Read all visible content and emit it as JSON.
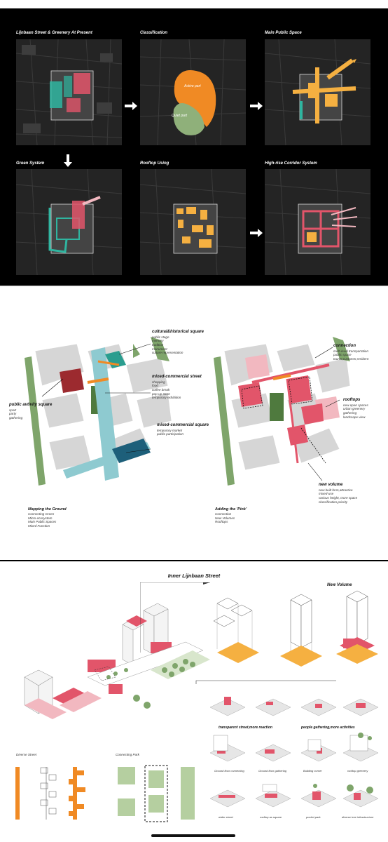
{
  "top_panel": {
    "maps": [
      {
        "title": "Lijnbaan Street & Greenery At Present"
      },
      {
        "title": "Classification",
        "labels": [
          "Active part",
          "Quiet part"
        ]
      },
      {
        "title": "Main Public Space"
      },
      {
        "title": "Green System"
      },
      {
        "title": "Rooftop Using"
      },
      {
        "title": "High-rise Corridor System"
      }
    ]
  },
  "middle_panel": {
    "left": {
      "callouts": [
        {
          "title": "cultural&historical square",
          "items": [
            "public stage",
            "memory",
            "tradition",
            "monument",
            "culture representation"
          ]
        },
        {
          "title": "mixed-commercial street",
          "items": [
            "shopping",
            "food",
            "coffee break",
            "pop-up store",
            "temporary exhibition"
          ]
        },
        {
          "title": "public avtivity square",
          "items": [
            "sport",
            "party",
            "gathering"
          ]
        },
        {
          "title": "mixed-commercial square",
          "items": [
            "temporary market",
            "public participation"
          ]
        }
      ],
      "caption": {
        "title": "Mapping the Ground",
        "items": [
          "Connecting Green",
          "Micro ecosystem",
          "Main Public Spaces",
          "Mixed Function"
        ]
      }
    },
    "right": {
      "callouts": [
        {
          "title": "connection",
          "items": [
            "multi-level transportation",
            "public space",
            "tourist,customer,resident"
          ]
        },
        {
          "title": "rooftops",
          "items": [
            "new open spaces",
            "urban greenery",
            "gathering",
            "landscape view"
          ]
        },
        {
          "title": "new volume",
          "items": [
            "new built form,attractive",
            "mixed-use",
            "various height, more space",
            "classification,priority"
          ]
        }
      ],
      "caption": {
        "title": "Adding the 'Pink'",
        "items": [
          "Connection",
          "New Volumes",
          "Rooftops"
        ]
      }
    }
  },
  "bottom_panel": {
    "title": "Inner Lijnbaan Street",
    "new_volume_label": "New Volume",
    "legend": {
      "diverse_street": "Diverse Street",
      "connecting_park": "Connecting Park"
    },
    "scenario_captions": {
      "row1_left": "transparent street,more reaction",
      "row1_right": "people gathering,more activities",
      "row2": [
        "Ground floor connecting",
        "Ground floor gathering",
        "Building corner",
        "rooftop greenery"
      ],
      "row3": [
        "wider street",
        "rooftop as square",
        "pocket park",
        "diverse tree infrastructure"
      ]
    }
  },
  "colors": {
    "pink": "#e2556a",
    "light_pink": "#f2b8c0",
    "teal": "#2a9d8f",
    "dark_teal": "#1d5f7a",
    "light_teal": "#8ecad0",
    "orange": "#f08a24",
    "yellow_orange": "#f5b041",
    "green": "#7fa56b",
    "light_green": "#b5cfa0",
    "dark_red": "#9c2a2f"
  }
}
